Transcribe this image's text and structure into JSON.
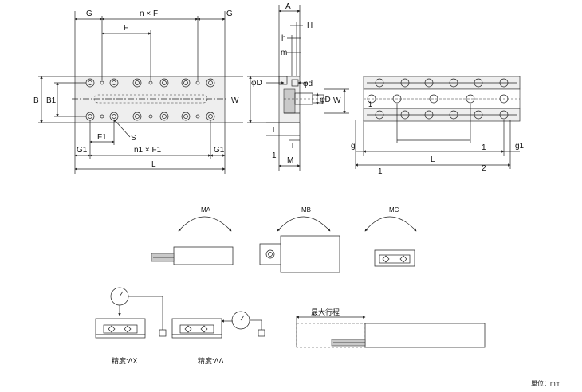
{
  "top_view": {
    "G": "G",
    "nxF": "n × F",
    "F": "F",
    "B": "B",
    "B1": "B1",
    "W": "W",
    "S": "S",
    "F1": "F1",
    "G1": "G1",
    "n1xF1": "n1 × F1",
    "L": "L"
  },
  "side_view": {
    "A": "A",
    "H": "H",
    "h": "h",
    "m": "m",
    "phiD": "φD",
    "phid": "φd",
    "phiD2": "φD",
    "W": "W",
    "T": "T",
    "T2": "T",
    "num1": "1",
    "M": "M"
  },
  "right_view": {
    "g": "g",
    "g1": "g1",
    "L": "L",
    "num1a": "1",
    "num1b": "1",
    "num1c": "1",
    "num2": "2"
  },
  "moments": {
    "MA": "MA",
    "MB": "MB",
    "MC": "MC"
  },
  "accuracy": {
    "dx_label": "精度:ΔX",
    "da_label": "精度:ΔΔ"
  },
  "stroke": {
    "max_stroke": "最大行程"
  },
  "unit": {
    "label": "單位：mm"
  }
}
